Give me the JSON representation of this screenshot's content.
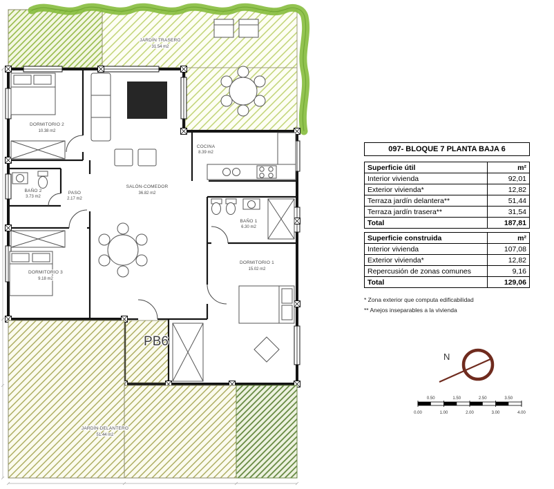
{
  "plan": {
    "unit_label": "PB6",
    "rooms": [
      {
        "name": "JARDÍN TRASERO",
        "area": "31.54 m2"
      },
      {
        "name": "DORMITORIO 2",
        "area": "10.38 m2"
      },
      {
        "name": "BAÑO 2",
        "area": "3.73 m2"
      },
      {
        "name": "PASO",
        "area": "2.17 m2"
      },
      {
        "name": "SALÓN-COMEDOR",
        "area": "36.82 m2"
      },
      {
        "name": "COCINA",
        "area": "8.39 m2"
      },
      {
        "name": "BAÑO 1",
        "area": "6.30 m2"
      },
      {
        "name": "DORMITORIO 3",
        "area": "9.18 m2"
      },
      {
        "name": "DORMITORIO 1",
        "area": "15.02 m2"
      },
      {
        "name": "JARDÍN DELANTERO",
        "area": "51.44 m2"
      }
    ]
  },
  "info_table": {
    "title": "097- BLOQUE 7 PLANTA BAJA 6",
    "superficie_util": {
      "header": "Superficie útil",
      "unit": "m²",
      "rows": [
        {
          "label": "Interior vivienda",
          "value": "92,01"
        },
        {
          "label": "Exterior vivienda*",
          "value": "12,82"
        },
        {
          "label": "Terraza jardín delantera**",
          "value": "51,44"
        },
        {
          "label": "Terraza jardín trasera**",
          "value": "31,54"
        }
      ],
      "total_label": "Total",
      "total_value": "187,81"
    },
    "superficie_construida": {
      "header": "Superficie construida",
      "unit": "m²",
      "rows": [
        {
          "label": "Interior vivienda",
          "value": "107,08"
        },
        {
          "label": "Exterior vivienda*",
          "value": "12,82"
        },
        {
          "label": "Repercusión de zonas comunes",
          "value": "9,16"
        }
      ],
      "total_label": "Total",
      "total_value": "129,06"
    },
    "notes": [
      "* Zona exterior que computa edificabilidad",
      "** Anejos inseparables a la vivienda"
    ]
  },
  "compass": {
    "label": "N"
  },
  "scale_bar": {
    "top_labels": [
      "0.50",
      "1.50",
      "2.50",
      "3.50"
    ],
    "bottom_labels": [
      "0.00",
      "1.00",
      "2.00",
      "3.00",
      "4.00"
    ]
  }
}
